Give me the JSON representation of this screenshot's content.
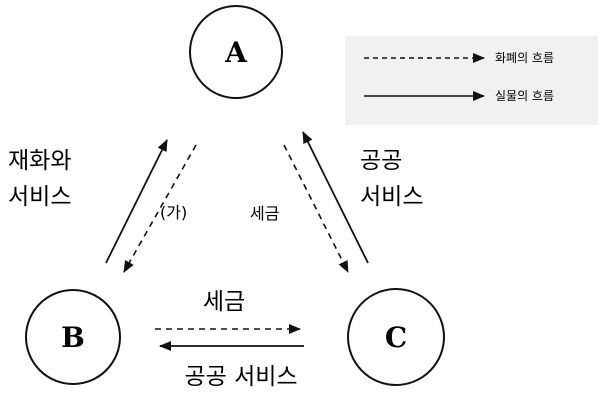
{
  "nodes": {
    "a": "A",
    "b": "B",
    "c": "C"
  },
  "legend": {
    "monetary": "화폐의 흐름",
    "real": "실물의 흐름"
  },
  "flows": {
    "ab_line1": "재화와",
    "ab_line2": "서비스",
    "ab_mark": "(가)",
    "ac_tax": "세금",
    "ac_line1": "공공",
    "ac_line2": "서비스",
    "bc_tax": "세금",
    "bc_service": "공공 서비스"
  },
  "colors": {
    "line": "#111111",
    "background": "#ffffff"
  }
}
